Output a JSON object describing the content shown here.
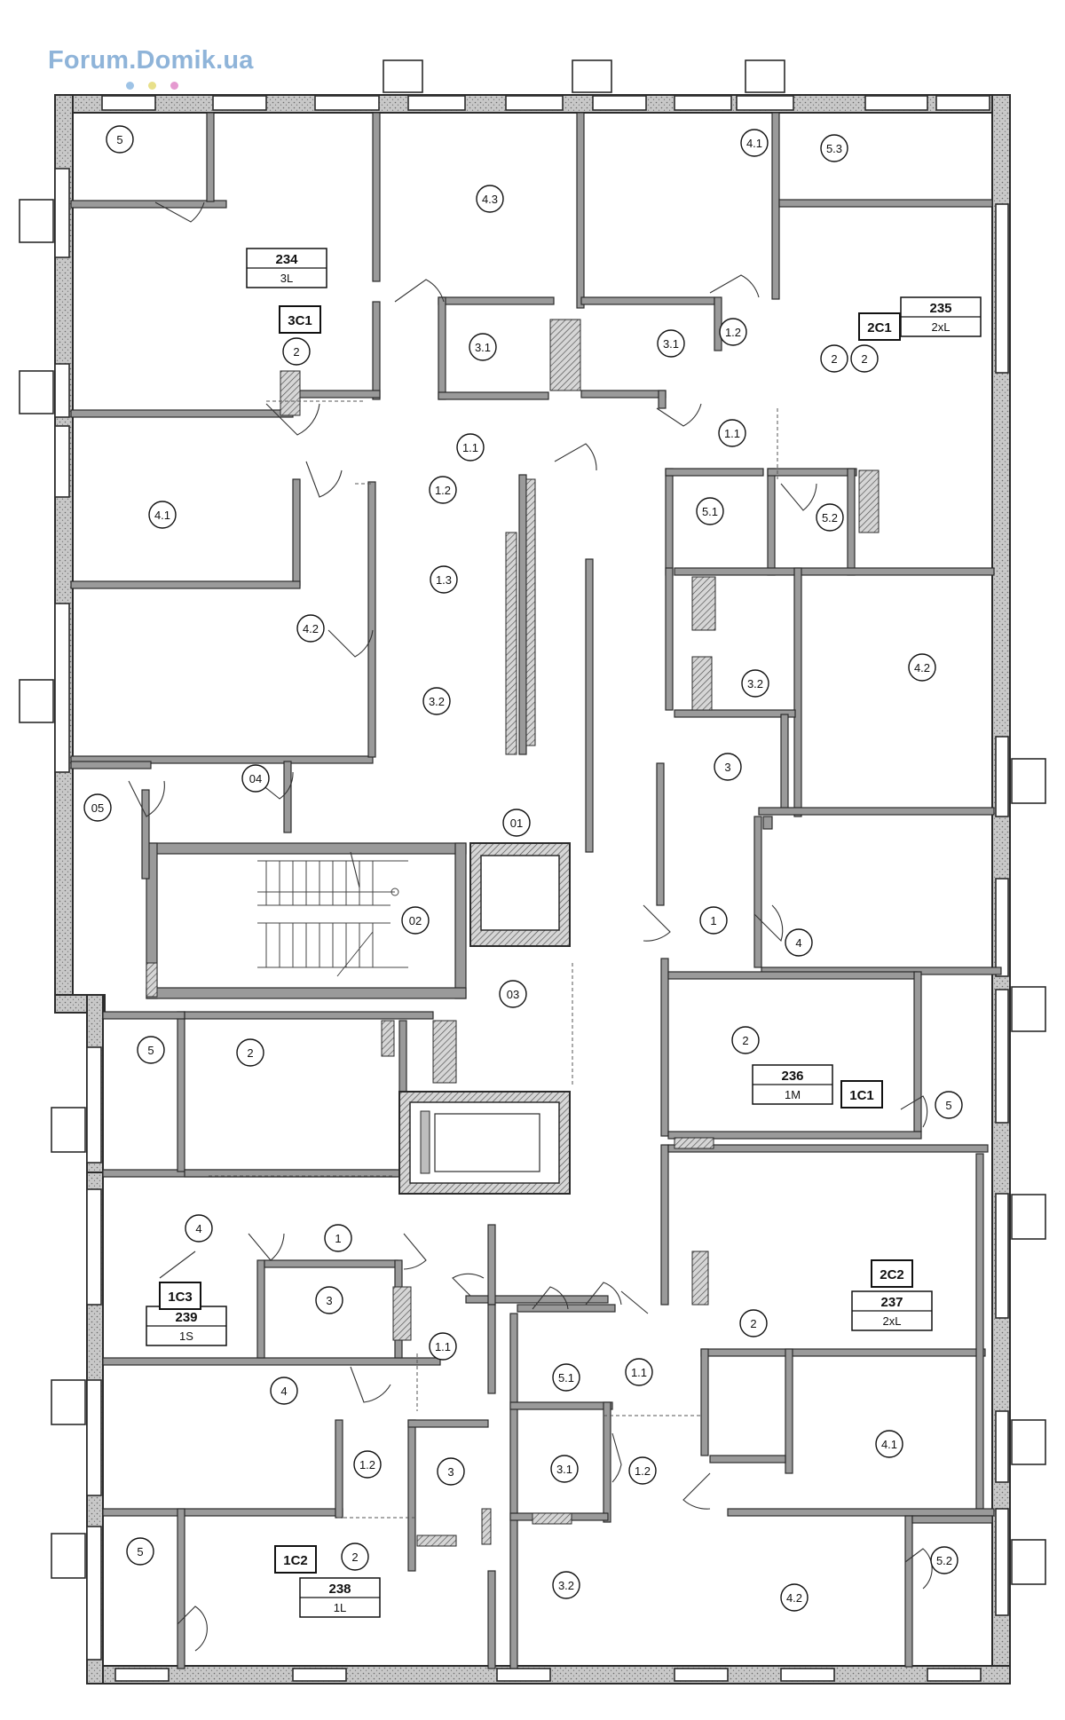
{
  "logo": {
    "text": "Forum.Domik.ua",
    "dot_colors": [
      "#9ec3e6",
      "#e8e08a",
      "#e59ad0"
    ]
  },
  "colors": {
    "wall_fill": "#bdbdbd",
    "wall_stroke": "#2b2b2b",
    "line": "#222222",
    "hatch": "#7a7a7a"
  },
  "apartments": [
    {
      "id": "apt-234",
      "number": "234",
      "type": "3L",
      "code": "3C1"
    },
    {
      "id": "apt-235",
      "number": "235",
      "type": "2xL",
      "code": "2C1"
    },
    {
      "id": "apt-236",
      "number": "236",
      "type": "1M",
      "code": "1C1"
    },
    {
      "id": "apt-237",
      "number": "237",
      "type": "2xL",
      "code": "2C2"
    },
    {
      "id": "apt-238",
      "number": "238",
      "type": "1L",
      "code": "1C2"
    },
    {
      "id": "apt-239",
      "number": "239",
      "type": "1S",
      "code": "1C3"
    }
  ],
  "room_labels": [
    "5",
    "2",
    "4.3",
    "4.1",
    "5.3",
    "2",
    "3.1",
    "3.1",
    "1.2",
    "2",
    "1.1",
    "1.1",
    "1.2",
    "4.1",
    "5.1",
    "5.2",
    "1.3",
    "4.2",
    "3.2",
    "4.2",
    "3.2",
    "3",
    "05",
    "04",
    "01",
    "02",
    "1",
    "4",
    "03",
    "5",
    "2",
    "2",
    "5",
    "4",
    "1",
    "3",
    "1.1",
    "2",
    "4",
    "5.1",
    "1.1",
    "1.2",
    "3",
    "3.1",
    "1.2",
    "4.1",
    "5",
    "2",
    "3.2",
    "4.2",
    "5.2"
  ]
}
